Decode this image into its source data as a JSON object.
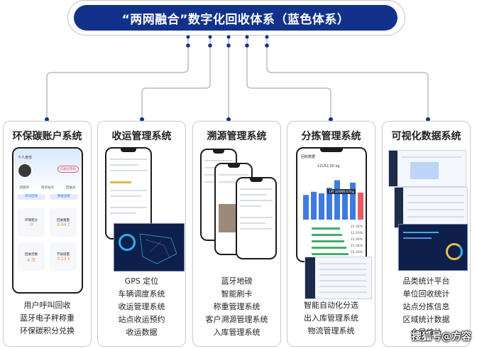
{
  "title": "“两网融合”数字化回收体系（蓝色体系）",
  "systems": [
    {
      "title": "环保碳账户系统",
      "features": [
        "用户呼叫回收",
        "蓝牙电子秤称重",
        "环保碳积分兑换"
      ]
    },
    {
      "title": "收运管理系统",
      "features": [
        "GPS 定位",
        "车辆调度系统",
        "收运管理系统",
        "站点收运预约",
        "收运数据"
      ]
    },
    {
      "title": "溯源管理系统",
      "features": [
        "蓝牙地磅",
        "智能刷卡",
        "称重管理系统",
        "客户溯源管理系统",
        "入库管理系统"
      ]
    },
    {
      "title": "分拣管理系统",
      "features": [
        "智能自动化分选",
        "出入库管理系统",
        "物流管理系统"
      ]
    },
    {
      "title": "可视化数据系统",
      "features": [
        "品类统计平台",
        "单位回收统计",
        "站点分拣信息",
        "区域统计数据",
        "全局统计"
      ]
    }
  ],
  "phone_app": {
    "header": "个人身份",
    "button": "已通过审核",
    "menu": [
      "回收单",
      "附近站点",
      "回收员"
    ],
    "tabs": [
      "呼叫回收",
      "数据查看"
    ],
    "stats": [
      {
        "label": "环保积分",
        "value": "0"
      },
      {
        "label": "回收重量",
        "value": "0.94 t"
      },
      {
        "label": "回收次数",
        "value": "4 次"
      },
      {
        "label": "节省碳量",
        "value": "0.13 t"
      }
    ]
  },
  "sorting_app": {
    "header": "回收数据",
    "total": "12152.00 kg",
    "bar_values": [
      62,
      70,
      66,
      80,
      99,
      75,
      93,
      68
    ],
    "tooltip": "1月 32698.07kg",
    "percents": [
      "15.26%",
      "12.20%",
      "15.26%",
      "15.26%",
      "15.26%"
    ]
  },
  "watermark": "搜狐号@方容",
  "colors": {
    "title_bg": "#12318a",
    "dot": "#12318a",
    "accent": "#3d7be0",
    "highlight": "#e85a64"
  }
}
